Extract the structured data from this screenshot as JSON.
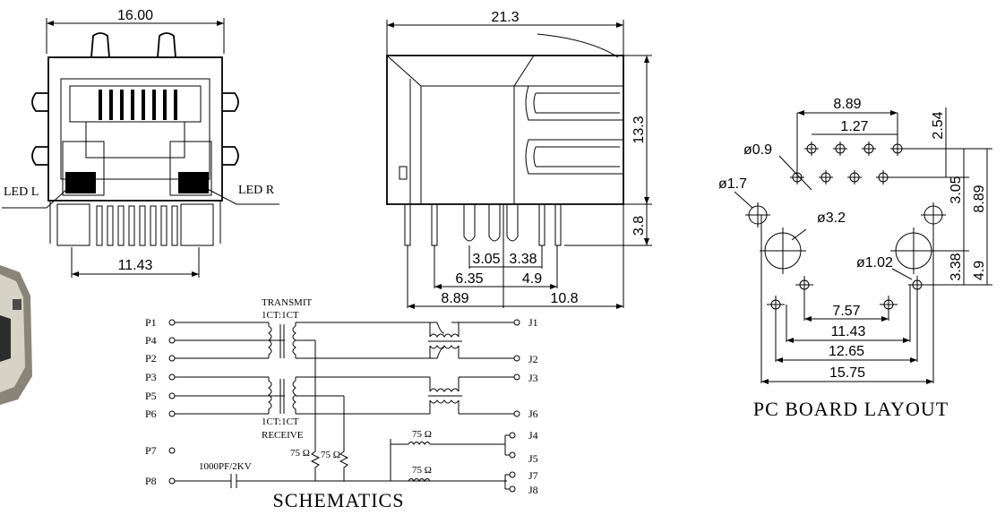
{
  "front_view": {
    "width": "16.00",
    "pin_span": "11.43",
    "led_left": "LED L",
    "led_right": "LED R"
  },
  "side_view": {
    "length": "21.3",
    "height": "13.3",
    "pin_height": "3.8",
    "d_305": "3.05",
    "d_338": "3.38",
    "d_635": "6.35",
    "d_49": "4.9",
    "d_889": "8.89",
    "d_108": "10.8"
  },
  "pcb_layout": {
    "title": "PC BOARD LAYOUT",
    "d_889_top": "8.89",
    "d_127": "1.27",
    "d_254": "2.54",
    "phi_09": "ø0.9",
    "phi_17": "ø1.7",
    "phi_32": "ø3.2",
    "phi_102": "ø1.02",
    "d_305": "3.05",
    "d_889_side": "8.89",
    "d_338": "3.38",
    "d_49": "4.9",
    "d_757": "7.57",
    "d_1143": "11.43",
    "d_1265": "12.65",
    "d_1575": "15.75"
  },
  "schematic": {
    "title": "SCHEMATICS",
    "transmit": "TRANSMIT",
    "ratio_top": "1CT:1CT",
    "ratio_bottom": "1CT:1CT",
    "receive": "RECEIVE",
    "left_pins": [
      "P1",
      "P4",
      "P2",
      "P3",
      "P5",
      "P6",
      "P7",
      "P8"
    ],
    "right_pins": [
      "J1",
      "J2",
      "J3",
      "J6",
      "J4",
      "J5",
      "J7",
      "J8"
    ],
    "r1": "75 Ω",
    "r2": "75 Ω",
    "r3": "75 Ω",
    "r4": "75 Ω",
    "capacitor": "1000PF/2KV"
  }
}
